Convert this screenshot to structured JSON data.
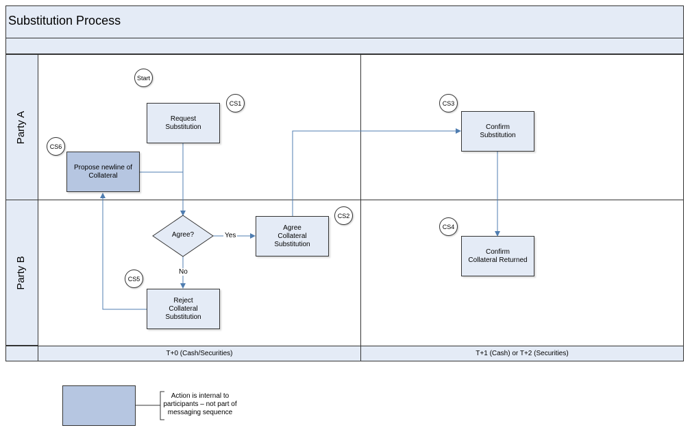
{
  "title": "Substitution Process",
  "lanes": [
    "Party A",
    "Party B"
  ],
  "phases": [
    "T+0 (Cash/Securities)",
    "T+1 (Cash) or T+2 (Securities)"
  ],
  "nodes": {
    "start": "Start",
    "request": "Request\nSubstitution",
    "propose": "Propose newline of\nCollateral",
    "confirm_sub": "Confirm\nSubstitution",
    "agree_decision": "Agree?",
    "agree_collateral": "Agree\nCollateral\nSubstitution",
    "reject": "Reject\nCollateral\nSubstitution",
    "confirm_returned": "Confirm\nCollateral Returned"
  },
  "markers": [
    "CS1",
    "CS2",
    "CS3",
    "CS4",
    "CS5",
    "CS6"
  ],
  "edge_labels": {
    "yes": "Yes",
    "no": "No"
  },
  "legend": {
    "text": "Action is internal to\nparticipants – not part of\nmessaging sequence"
  },
  "colors": {
    "lane_fill": "#e4ebf6",
    "internal_action_fill": "#b6c6e1",
    "arrow": "#4f7db0"
  }
}
